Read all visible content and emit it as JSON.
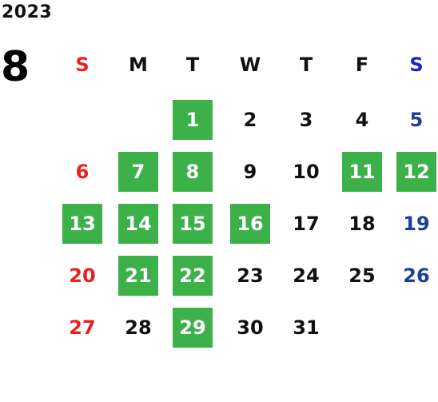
{
  "calendar": {
    "year": "2023",
    "month": "8",
    "weekdays": [
      "S",
      "M",
      "T",
      "W",
      "T",
      "F",
      "S"
    ],
    "first_weekday": 2,
    "days": [
      "1",
      "2",
      "3",
      "4",
      "5",
      "6",
      "7",
      "8",
      "9",
      "10",
      "11",
      "12",
      "13",
      "14",
      "15",
      "16",
      "17",
      "18",
      "19",
      "20",
      "21",
      "22",
      "23",
      "24",
      "25",
      "26",
      "27",
      "28",
      "29",
      "30",
      "31"
    ],
    "highlighted_days": [
      "1",
      "7",
      "8",
      "11",
      "12",
      "13",
      "14",
      "15",
      "16",
      "21",
      "22",
      "29"
    ],
    "colors": {
      "highlight_bg": "#3cb14a",
      "highlight_text": "#ffffff",
      "sunday": "#e8211e",
      "saturday_header": "#1a1fd0",
      "saturday": "#1b3e9c",
      "default_text": "#111111"
    }
  }
}
